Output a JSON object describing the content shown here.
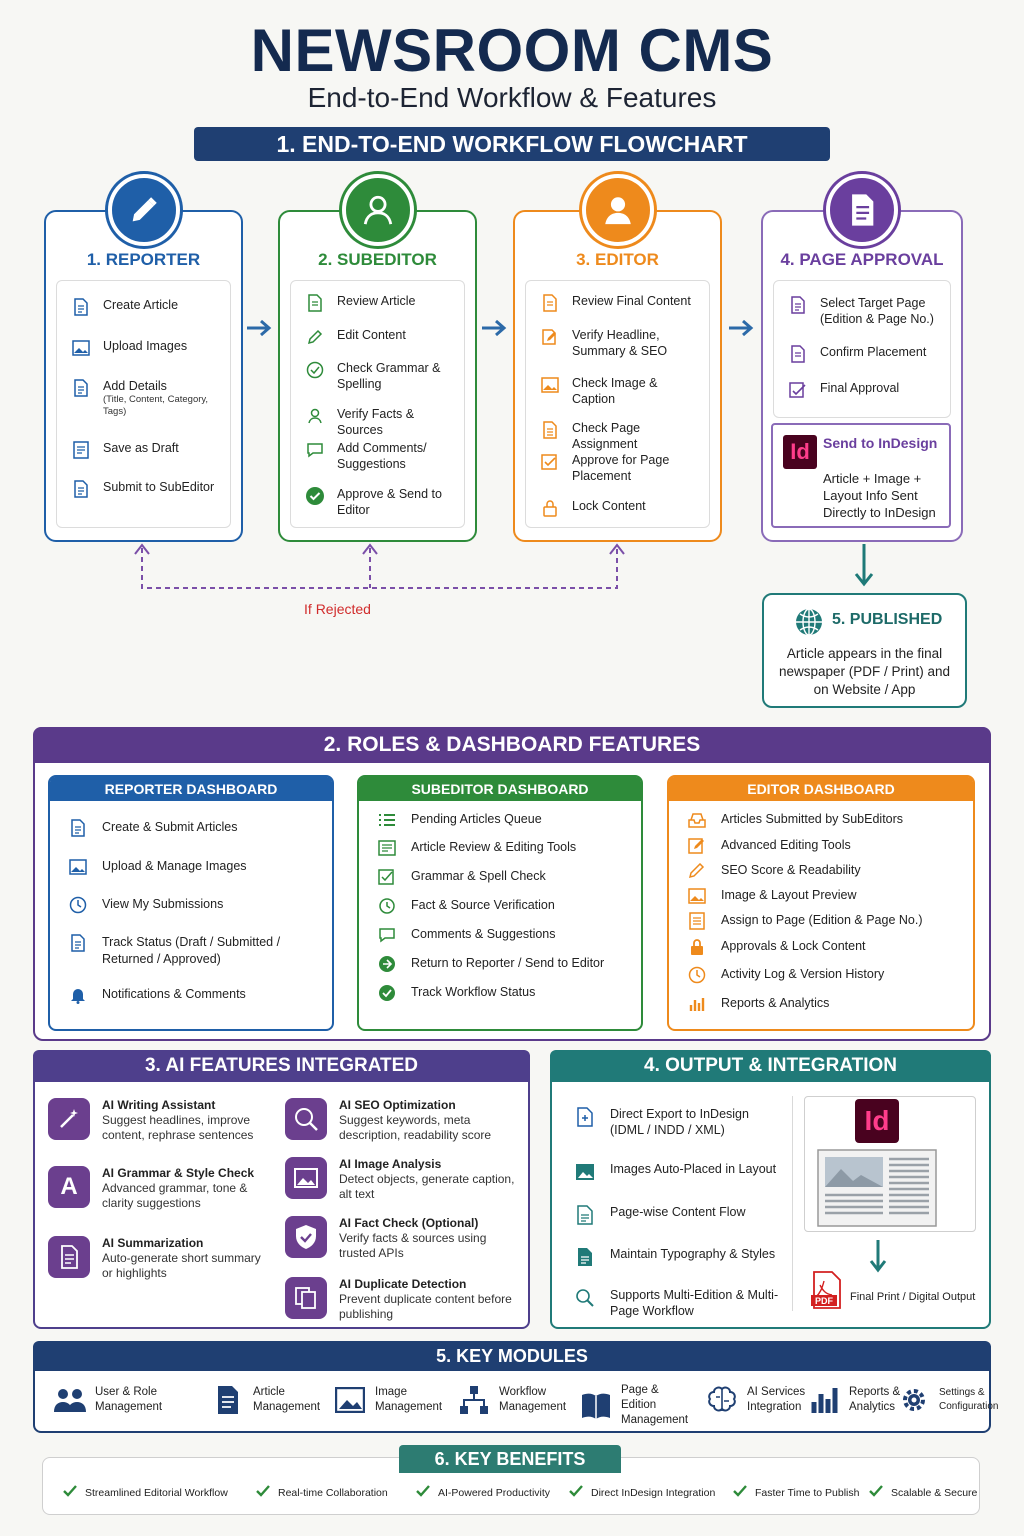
{
  "header": {
    "title": "NEWSROOM CMS",
    "subtitle": "End-to-End Workflow & Features"
  },
  "workflow": {
    "banner": "1. END-TO-END WORKFLOW FLOWCHART",
    "stages": [
      {
        "title": "1. REPORTER",
        "icon": "pencil-icon",
        "color": "#1f5fa8",
        "steps": [
          {
            "label": "Create Article"
          },
          {
            "label": "Upload Images"
          },
          {
            "label": "Add Details",
            "note": "(Title, Content, Category, Tags)"
          },
          {
            "label": "Save as Draft"
          },
          {
            "label": "Submit to SubEditor"
          }
        ]
      },
      {
        "title": "2. SUBEDITOR",
        "icon": "user-icon",
        "color": "#2e8b3a",
        "steps": [
          {
            "label": "Review Article"
          },
          {
            "label": "Edit Content"
          },
          {
            "label": "Check Grammar & Spelling"
          },
          {
            "label": "Verify Facts & Sources"
          },
          {
            "label": "Add Comments/ Suggestions"
          },
          {
            "label": "Approve & Send to Editor"
          }
        ]
      },
      {
        "title": "3. EDITOR",
        "icon": "user-icon",
        "color": "#ee8a1c",
        "steps": [
          {
            "label": "Review Final Content"
          },
          {
            "label": "Verify Headline, Summary & SEO"
          },
          {
            "label": "Check Image & Caption"
          },
          {
            "label": "Check Page Assignment"
          },
          {
            "label": "Approve for Page Placement"
          },
          {
            "label": "Lock Content"
          }
        ]
      },
      {
        "title": "4. PAGE APPROVAL",
        "icon": "document-icon",
        "color": "#6a3f9e",
        "steps": [
          {
            "label": "Select Target Page (Edition & Page No.)"
          },
          {
            "label": "Confirm Placement"
          },
          {
            "label": "Final Approval"
          }
        ],
        "indesign": {
          "logo": "Id",
          "title": "Send to InDesign",
          "text": "Article + Image + Layout Info Sent Directly to InDesign"
        }
      }
    ],
    "rejected_label": "If Rejected",
    "published": {
      "title": "5. PUBLISHED",
      "text": "Article appears in the final newspaper (PDF / Print) and on Website / App"
    }
  },
  "roles": {
    "banner": "2. ROLES & DASHBOARD FEATURES",
    "dashboards": [
      {
        "title": "REPORTER DASHBOARD",
        "color": "#1f5fa8",
        "items": [
          "Create & Submit Articles",
          "Upload & Manage Images",
          "View My Submissions",
          "Track Status (Draft / Submitted / Returned / Approved)",
          "Notifications & Comments"
        ]
      },
      {
        "title": "SUBEDITOR DASHBOARD",
        "color": "#2e8b3a",
        "items": [
          "Pending Articles Queue",
          "Article Review & Editing Tools",
          "Grammar & Spell Check",
          "Fact & Source Verification",
          "Comments & Suggestions",
          "Return to Reporter / Send to Editor",
          "Track Workflow Status"
        ]
      },
      {
        "title": "EDITOR DASHBOARD",
        "color": "#ee8a1c",
        "items": [
          "Articles Submitted by SubEditors",
          "Advanced Editing Tools",
          "SEO Score & Readability",
          "Image & Layout Preview",
          "Assign to Page (Edition & Page No.)",
          "Approvals & Lock Content",
          "Activity Log & Version History",
          "Reports & Analytics"
        ]
      }
    ]
  },
  "ai": {
    "banner": "3. AI FEATURES INTEGRATED",
    "features": [
      {
        "title": "AI Writing Assistant",
        "desc": "Suggest headlines, improve content, rephrase sentences",
        "icon": "magic-wand-icon"
      },
      {
        "title": "AI Grammar & Style Check",
        "desc": "Advanced grammar, tone & clarity suggestions",
        "icon": "grammar-icon"
      },
      {
        "title": "AI Summarization",
        "desc": "Auto-generate short summary or highlights",
        "icon": "summary-icon"
      },
      {
        "title": "AI SEO Optimization",
        "desc": "Suggest keywords, meta description, readability score",
        "icon": "seo-icon"
      },
      {
        "title": "AI Image Analysis",
        "desc": "Detect objects, generate caption, alt text",
        "icon": "image-icon"
      },
      {
        "title": "AI Fact Check (Optional)",
        "desc": "Verify facts & sources using trusted APIs",
        "icon": "shield-check-icon"
      },
      {
        "title": "AI Duplicate Detection",
        "desc": "Prevent duplicate content before publishing",
        "icon": "duplicate-icon"
      }
    ]
  },
  "output": {
    "banner": "4. OUTPUT & INTEGRATION",
    "items": [
      "Direct Export to InDesign (IDML / INDD / XML)",
      "Images Auto-Placed in Layout",
      "Page-wise Content Flow",
      "Maintain Typography & Styles",
      "Supports Multi-Edition & Multi-Page Workflow"
    ],
    "logo": "Id",
    "pdf_badge": "PDF",
    "final_label": "Final Print / Digital Output"
  },
  "modules": {
    "banner": "5. KEY MODULES",
    "items": [
      {
        "label": "User & Role Management",
        "icon": "users-icon"
      },
      {
        "label": "Article Management",
        "icon": "document-icon"
      },
      {
        "label": "Image Management",
        "icon": "image-icon"
      },
      {
        "label": "Workflow Management",
        "icon": "workflow-icon"
      },
      {
        "label": "Page & Edition Management",
        "icon": "book-icon"
      },
      {
        "label": "AI Services Integration",
        "icon": "brain-icon"
      },
      {
        "label": "Reports & Analytics",
        "icon": "bar-chart-icon"
      },
      {
        "label": "Settings & Configuration",
        "icon": "gear-icon"
      }
    ]
  },
  "benefits": {
    "banner": "6. KEY BENEFITS",
    "items": [
      "Streamlined Editorial Workflow",
      "Real-time Collaboration",
      "AI-Powered Productivity",
      "Direct InDesign Integration",
      "Faster Time to Publish",
      "Scalable & Secure"
    ]
  }
}
